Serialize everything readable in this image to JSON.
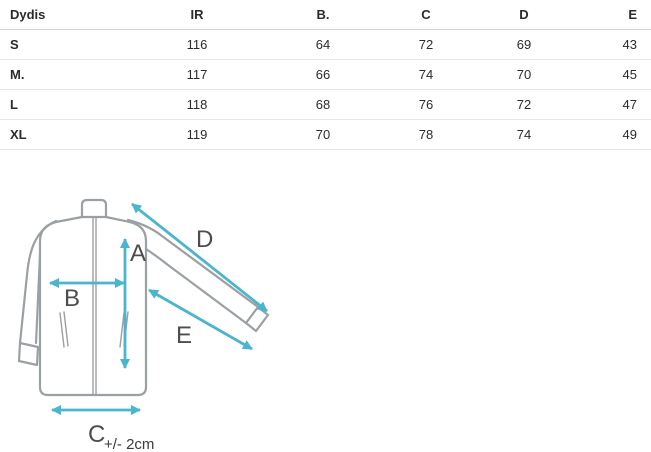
{
  "size_table": {
    "headers": [
      "Dydis",
      "IR",
      "B.",
      "C",
      "D",
      "E"
    ],
    "rows": [
      {
        "size": "S",
        "values": [
          "116",
          "64",
          "72",
          "69",
          "43"
        ]
      },
      {
        "size": "M.",
        "values": [
          "117",
          "66",
          "74",
          "70",
          "45"
        ]
      },
      {
        "size": "L",
        "values": [
          "118",
          "68",
          "76",
          "72",
          "47"
        ]
      },
      {
        "size": "XL",
        "values": [
          "119",
          "70",
          "78",
          "74",
          "49"
        ]
      }
    ]
  },
  "diagram": {
    "measure_labels": {
      "A": "A",
      "B": "B",
      "C": "C",
      "D": "D",
      "E": "E"
    },
    "tolerance_note": "+/- 2cm",
    "arrow_color": "#4ab5cd",
    "outline_color": "#9aa0a4",
    "label_color": "#4d4d4d",
    "text_color": "#3a3a3a"
  }
}
